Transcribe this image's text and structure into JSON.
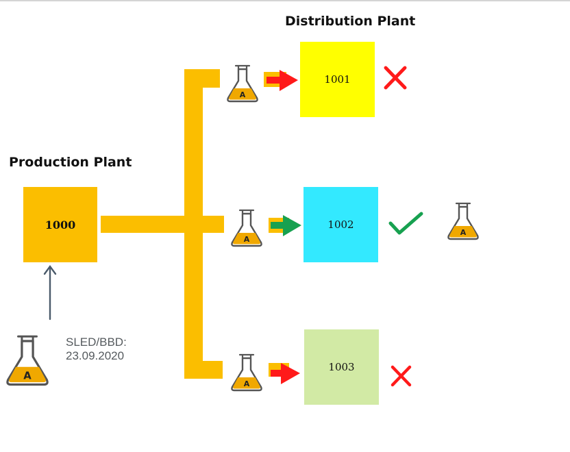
{
  "headings": {
    "distribution": "Distribution Plant",
    "production": "Production Plant"
  },
  "plants": {
    "production": {
      "id": "1000",
      "color": "#fbbe00"
    },
    "distribution": [
      {
        "id": "1001",
        "color": "#ffff00",
        "status": "rejected"
      },
      {
        "id": "1002",
        "color": "#33e9ff",
        "status": "accepted"
      },
      {
        "id": "1003",
        "color": "#d2eaa5",
        "status": "rejected"
      }
    ]
  },
  "sled": {
    "label": "SLED/BBD:",
    "date": "23.09.2020"
  },
  "flask_letter": "A",
  "colors": {
    "pipe": "#fbbe00",
    "flask_liquid": "#f0a800",
    "arrow_rejected": "#ff1a1a",
    "arrow_accepted": "#17a150",
    "cross": "#ff1a1a",
    "check": "#17a150",
    "up_arrow": "#4a5a6a"
  },
  "icons": [
    "flask-icon",
    "arrow-right-icon",
    "cross-icon",
    "checkmark-icon",
    "arrow-up-icon"
  ]
}
